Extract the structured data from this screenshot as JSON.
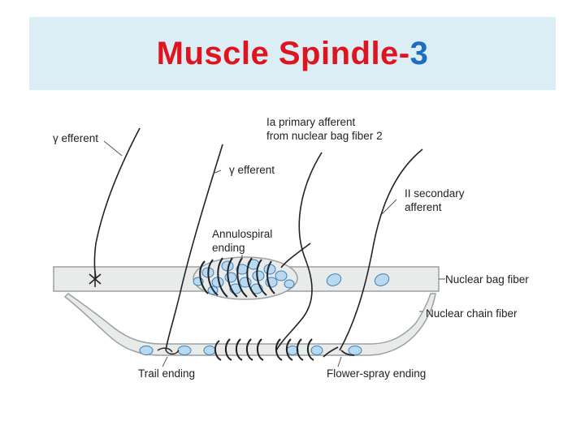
{
  "slide": {
    "title_main": "Muscle Spindle-",
    "title_number": "3"
  },
  "labels": {
    "gamma_efferent_1": "γ efferent",
    "gamma_efferent_2": "γ efferent",
    "ia_primary_afferent": "Ia primary afferent\nfrom nuclear bag fiber 2",
    "ii_secondary_afferent": "II secondary\nafferent",
    "annulospiral_ending": "Annulospiral\nending",
    "nuclear_bag_fiber": "Nuclear bag fiber",
    "nuclear_chain_fiber": "Nuclear chain fiber",
    "trail_ending": "Trail ending",
    "flower_spray_ending": "Flower-spray ending"
  },
  "colors": {
    "title_red": "#e0141e",
    "title_blue": "#1f6cc1",
    "header_bg": "#dbeef5",
    "fiber_fill": "#e9eaea",
    "fiber_edge": "#9aa0a3",
    "nucleus_fill": "#b9d9f0",
    "nucleus_edge": "#3d7fb8",
    "nerve": "#222222"
  }
}
